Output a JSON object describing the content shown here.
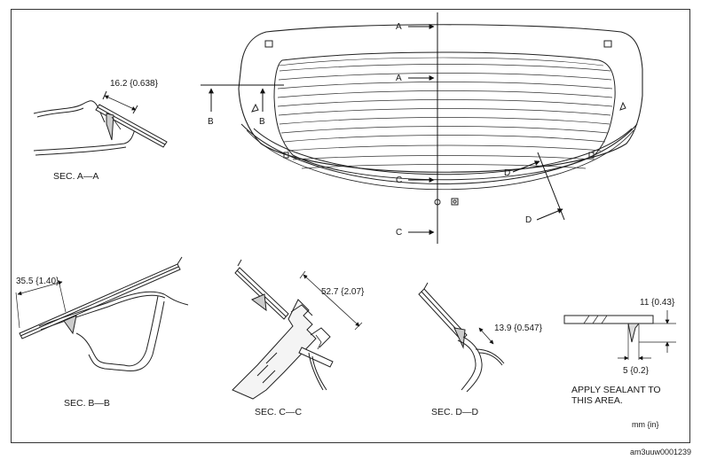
{
  "sections": {
    "aa": {
      "title": "SEC. A—A",
      "dimension": "16.2 {0.638}"
    },
    "bb": {
      "title": "SEC. B—B",
      "dimension": "35.5 {1.40}"
    },
    "cc": {
      "title": "SEC. C—C",
      "dimension": "52.7 {2.07}"
    },
    "dd": {
      "title": "SEC. D—D",
      "dimension": "13.9 {0.547}"
    }
  },
  "cut_labels": {
    "a_top": "A",
    "a_mid": "A",
    "b_left": "B",
    "b_right": "B",
    "c_top": "C",
    "c_bottom": "C",
    "d_upper": "D",
    "d_lower": "D"
  },
  "sealant": {
    "width_dim": "11 {0.43}",
    "height_dim": "5 {0.2}",
    "note_line1": "APPLY SEALANT TO",
    "note_line2": "THIS AREA."
  },
  "units": "mm {in}",
  "ref_code": "am3uuw0001239"
}
